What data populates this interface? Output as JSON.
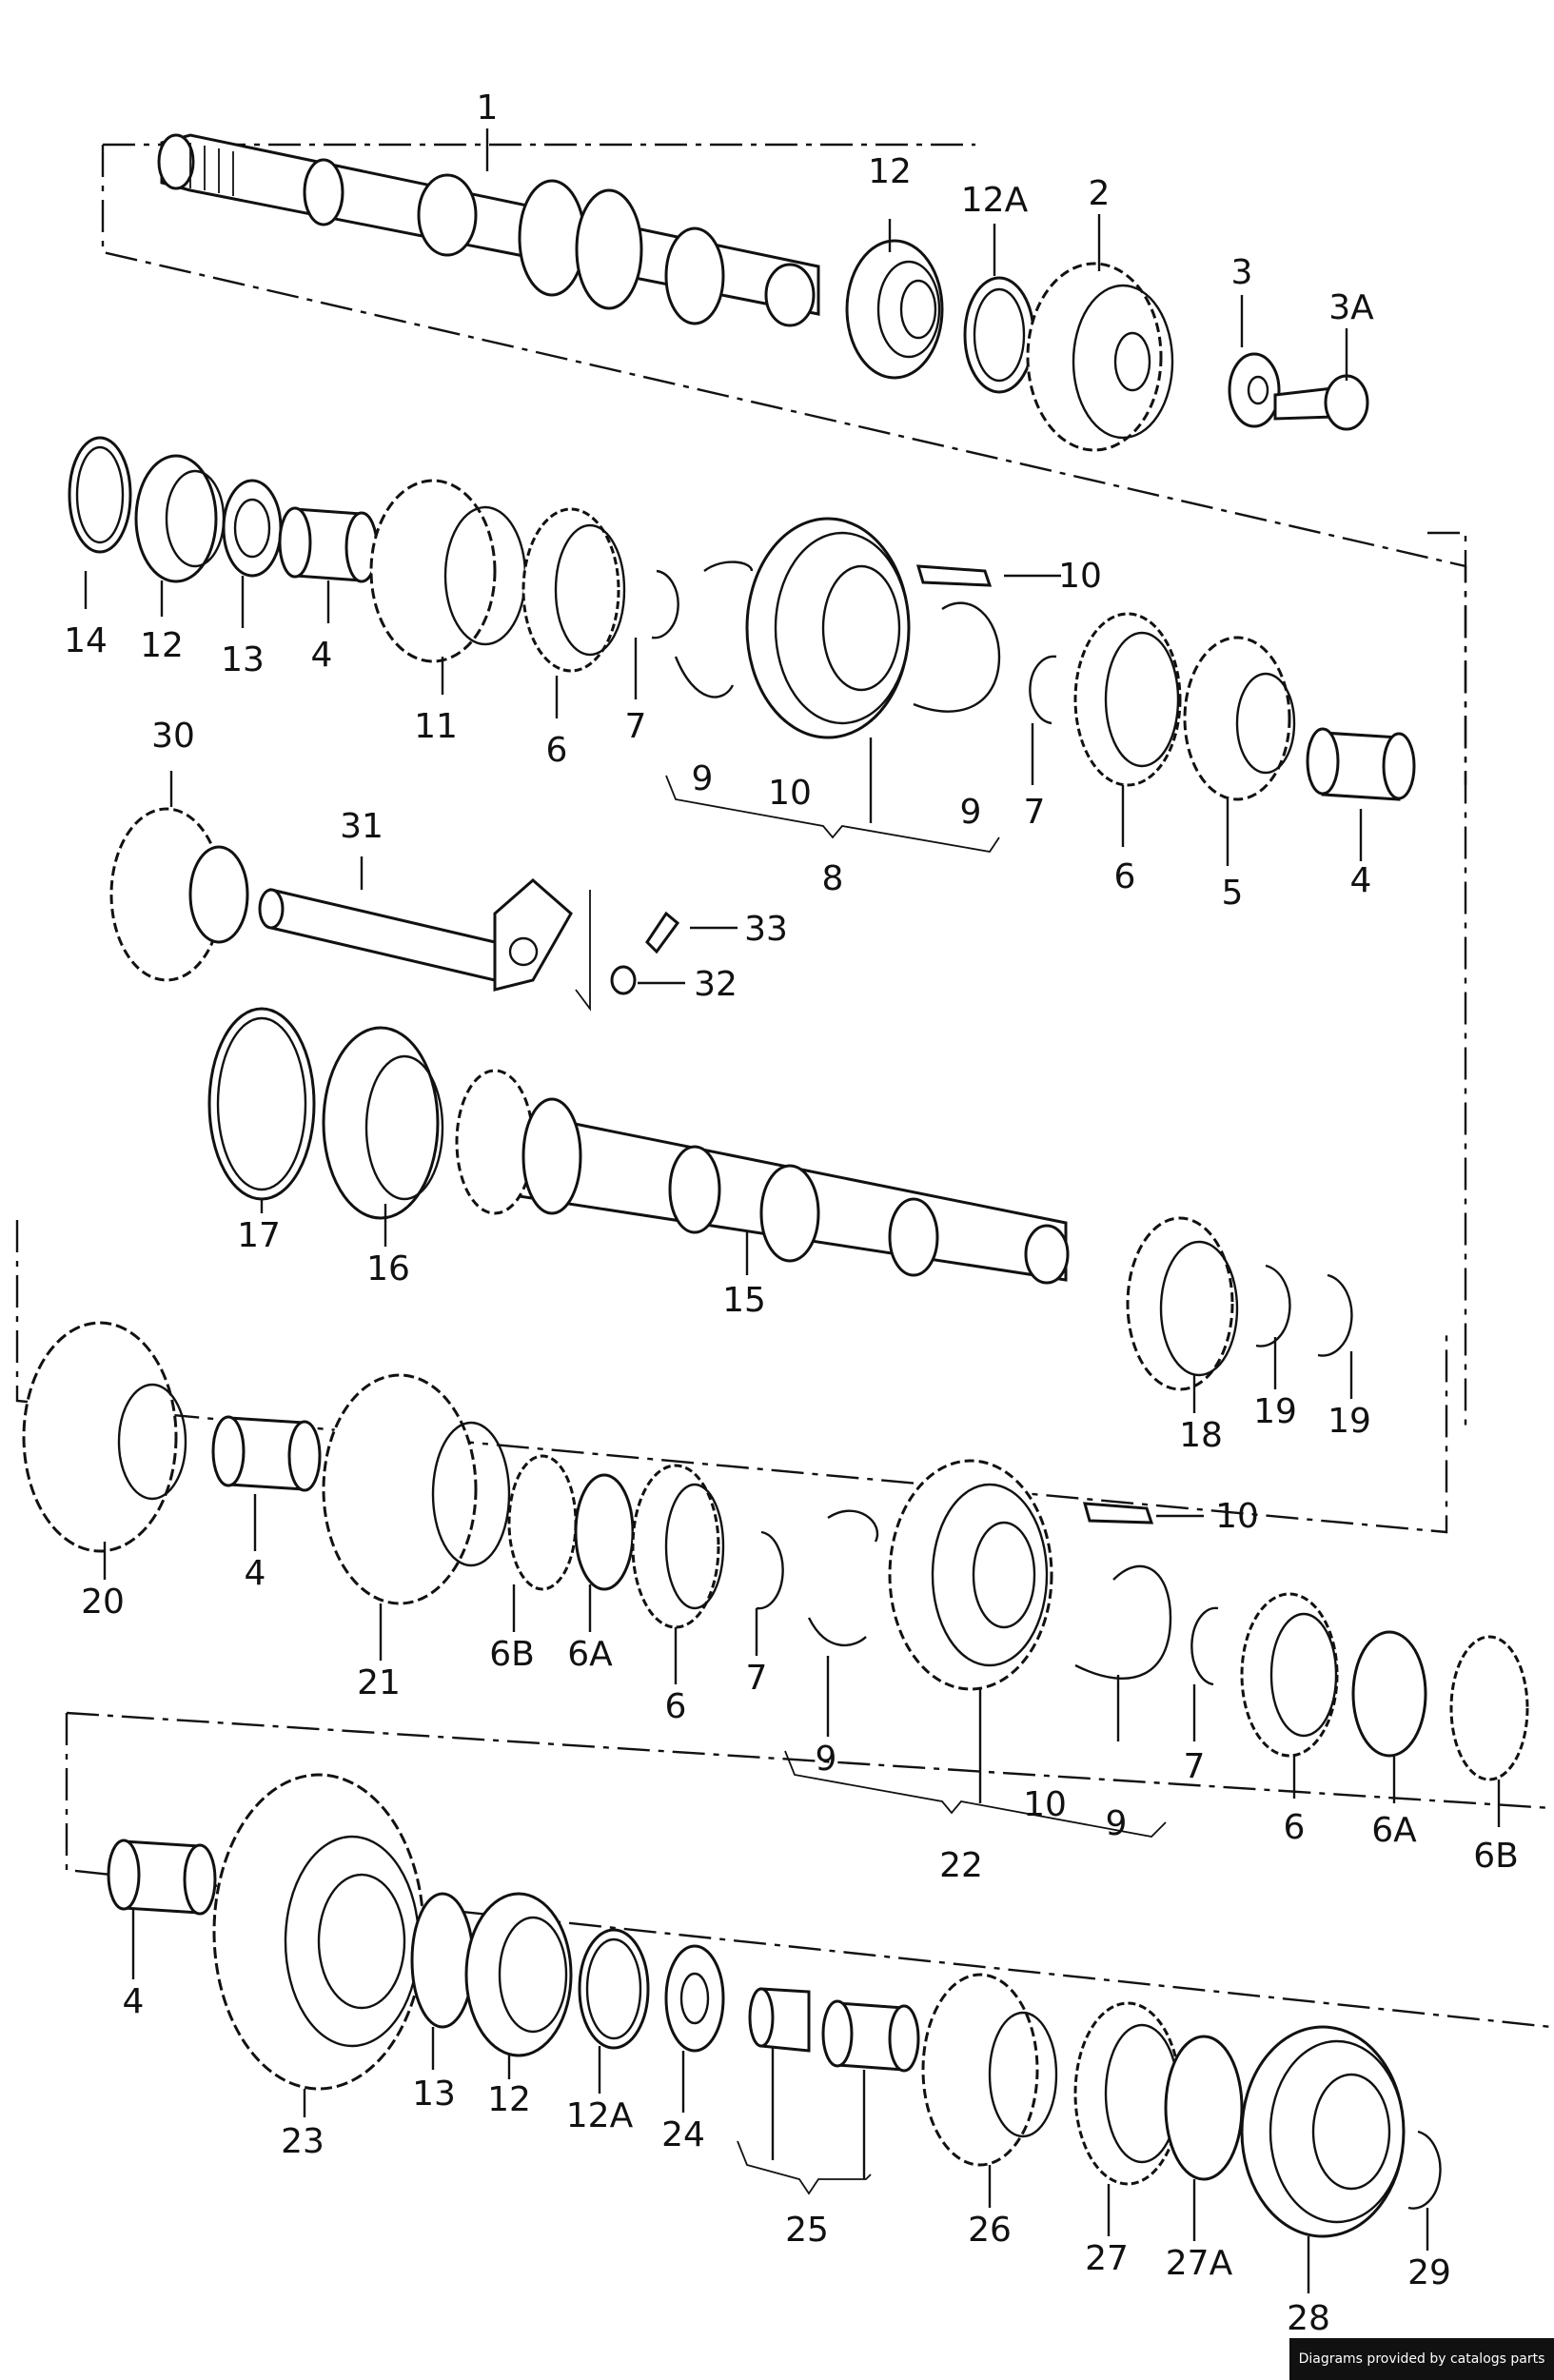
{
  "footer": {
    "credit": "Diagrams provided by catalogs parts"
  },
  "callouts": {
    "c1": "1",
    "c12_top": "12",
    "c12A_top": "12A",
    "c2": "2",
    "c3": "3",
    "c3A": "3A",
    "c14": "14",
    "c12_r2": "12",
    "c13_r2": "13",
    "c4_r2a": "4",
    "c11": "11",
    "c6_r2a": "6",
    "c7_r2a": "7",
    "c9_r2a": "9",
    "c10_r2": "10",
    "c9_r2b": "9",
    "c7_r2b": "7",
    "c8": "8",
    "c10_key1": "10",
    "c6_r2b": "6",
    "c5": "5",
    "c4_r2b": "4",
    "c30": "30",
    "c31": "31",
    "c33": "33",
    "c32": "32",
    "c17": "17",
    "c16": "16",
    "c15": "15",
    "c18": "18",
    "c19a": "19",
    "c19b": "19",
    "c20": "20",
    "c4_r5": "4",
    "c21": "21",
    "c6B_a": "6B",
    "c6A_a": "6A",
    "c6_r5a": "6",
    "c7_r5a": "7",
    "c10_key2": "10",
    "c9_r5a": "9",
    "c22": "22",
    "c10_r5": "10",
    "c9_r5b": "9",
    "c7_r5b": "7",
    "c6_r5b": "6",
    "c6A_b": "6A",
    "c6B_b": "6B",
    "c4_r6": "4",
    "c23": "23",
    "c13_r6": "13",
    "c12_r6": "12",
    "c12A_r6": "12A",
    "c24": "24",
    "c25": "25",
    "c26": "26",
    "c27": "27",
    "c27A": "27A",
    "c28": "28",
    "c29": "29"
  }
}
